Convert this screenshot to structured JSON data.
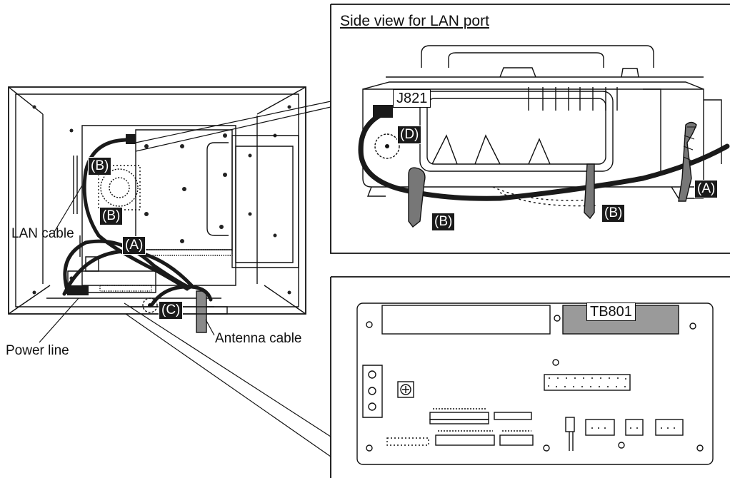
{
  "inset_title": "Side view for LAN port",
  "callouts": {
    "A_main": "(A)",
    "B_upper": "(B)",
    "B_lower": "(B)",
    "C": "(C)",
    "J821": "J821",
    "D": "(D)",
    "A_inset": "(A)",
    "B_inset_left": "(B)",
    "B_inset_right": "(B)",
    "TB801": "TB801"
  },
  "labels": {
    "lan_cable": "LAN cable",
    "power_line": "Power line",
    "antenna_cable": "Antenna cable"
  },
  "colors": {
    "line": "#111111",
    "cable": "#1a1a1a",
    "tag_bg": "#1a1a1a",
    "terminal_fill": "#9a9a9a"
  }
}
